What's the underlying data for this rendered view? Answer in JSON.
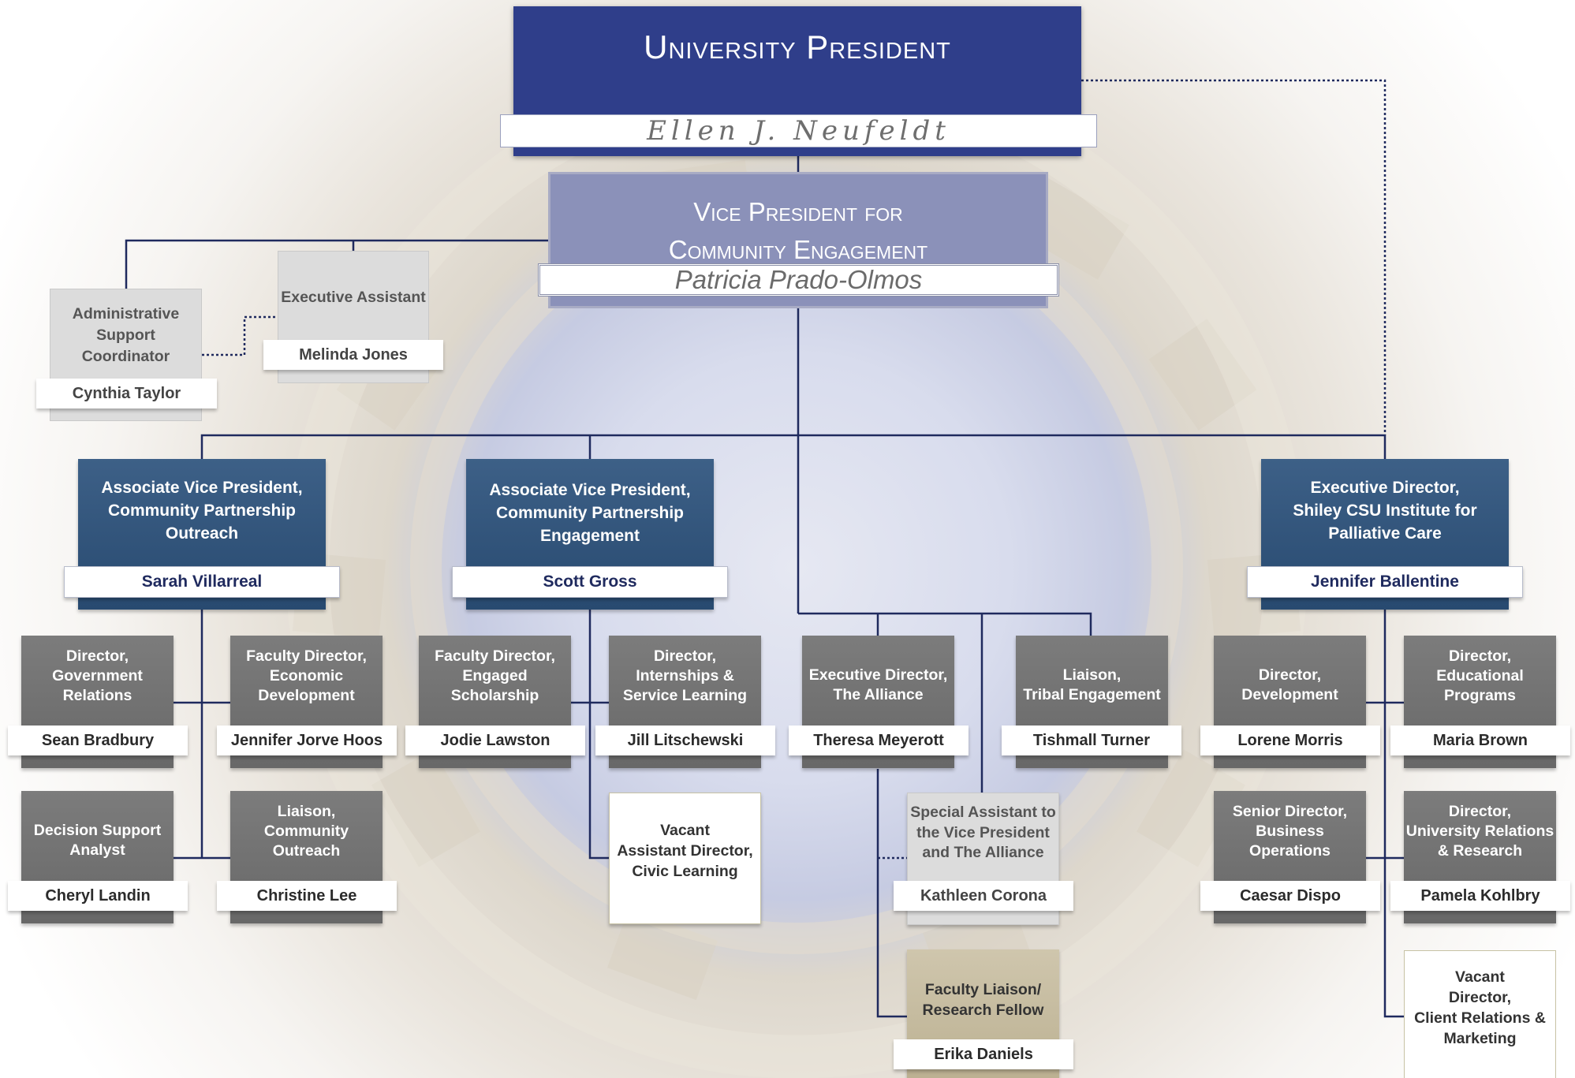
{
  "president": {
    "title": "University President",
    "name": "Ellen J. Neufeldt"
  },
  "vp": {
    "title": "Vice President for\nCommunity Engagement",
    "name": "Patricia Prado-Olmos"
  },
  "admin_support": {
    "title": "Administrative\nSupport Coordinator",
    "name": "Cynthia Taylor"
  },
  "exec_assistant": {
    "title": "Executive Assistant",
    "name": "Melinda Jones"
  },
  "avp_outreach": {
    "title": "Associate Vice President,\nCommunity Partnership\nOutreach",
    "name": "Sarah Villarreal"
  },
  "avp_engagement": {
    "title": "Associate Vice President,\nCommunity Partnership\nEngagement",
    "name": "Scott Gross"
  },
  "exec_dir_shiley": {
    "title": "Executive Director,\nShiley CSU Institute for\nPalliative Care",
    "name": "Jennifer Ballentine"
  },
  "dir_gov": {
    "title": "Director,\nGovernment\nRelations",
    "name": "Sean Bradbury"
  },
  "fac_dir_econ": {
    "title": "Faculty Director,\nEconomic\nDevelopment",
    "name": "Jennifer Jorve Hoos"
  },
  "decision_support": {
    "title": "Decision Support\nAnalyst",
    "name": "Cheryl Landin"
  },
  "liaison_outreach": {
    "title": "Liaison,\nCommunity\nOutreach",
    "name": "Christine Lee"
  },
  "fac_dir_scholar": {
    "title": "Faculty Director,\nEngaged\nScholarship",
    "name": "Jodie Lawston"
  },
  "dir_internships": {
    "title": "Director,\nInternships &\nService Learning",
    "name": "Jill Litschewski"
  },
  "vacant_civic": {
    "title": "Vacant\nAssistant Director,\nCivic Learning"
  },
  "exec_dir_alliance": {
    "title": "Executive Director,\nThe Alliance",
    "name": "Theresa Meyerott"
  },
  "liaison_tribal": {
    "title": "Liaison,\nTribal Engagement",
    "name": "Tishmall Turner"
  },
  "special_assistant": {
    "title": "Special Assistant to\nthe Vice President\nand The Alliance",
    "name": "Kathleen Corona"
  },
  "faculty_liaison": {
    "title": "Faculty Liaison/\nResearch Fellow",
    "name": "Erika Daniels"
  },
  "dir_development": {
    "title": "Director,\nDevelopment",
    "name": "Lorene Morris"
  },
  "dir_edu": {
    "title": "Director,\nEducational\nPrograms",
    "name": "Maria Brown"
  },
  "sr_dir_business": {
    "title": "Senior Director,\nBusiness\nOperations",
    "name": "Caesar Dispo"
  },
  "dir_univ_rel": {
    "title": "Director,\nUniversity Relations\n& Research",
    "name": "Pamela Kohlbry"
  },
  "vacant_client": {
    "title": "Vacant\nDirector,\nClient Relations &\nMarketing"
  }
}
